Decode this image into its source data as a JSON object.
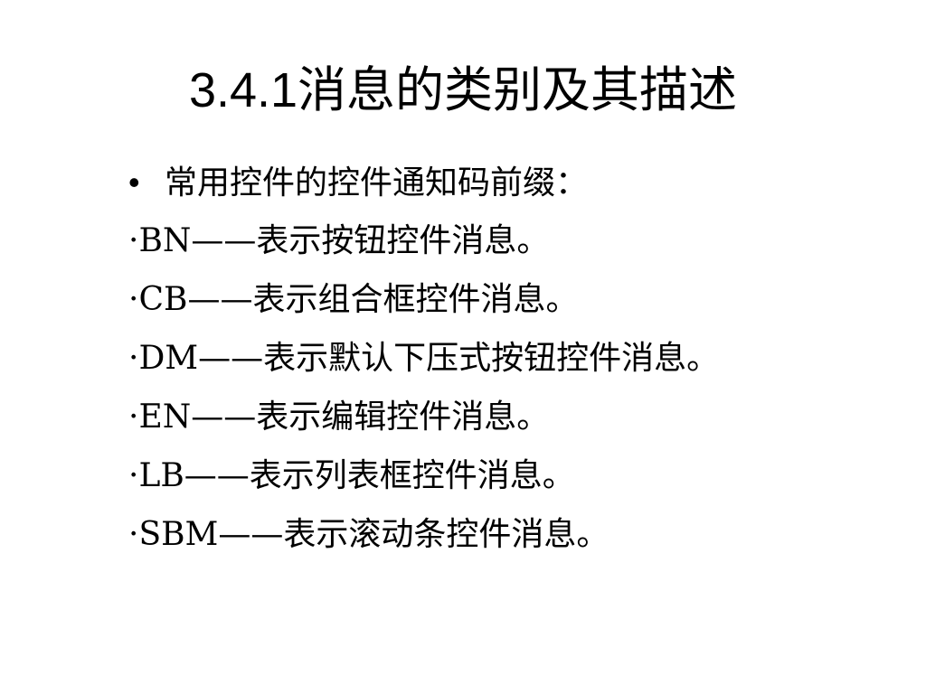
{
  "slide": {
    "title": "3.4.1消息的类别及其描述",
    "intro": {
      "bullet": "•",
      "text": "常用控件的控件通知码前缀："
    },
    "items": [
      "·BN——表示按钮控件消息。",
      "·CB——表示组合框控件消息。",
      "·DM——表示默认下压式按钮控件消息。",
      "·EN——表示编辑控件消息。",
      "·LB——表示列表框控件消息。",
      "·SBM——表示滚动条控件消息。"
    ]
  }
}
